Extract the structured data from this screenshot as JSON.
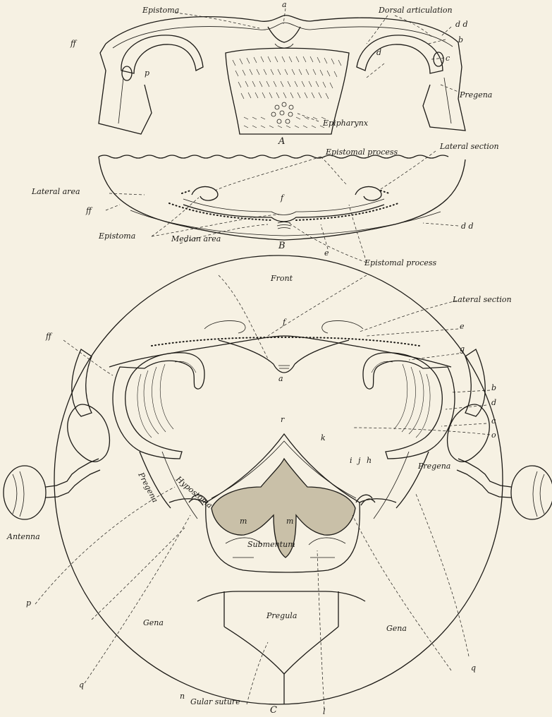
{
  "figure": {
    "part_a": {
      "letter": "A",
      "labels": {
        "epistoma": "Epistoma",
        "dorsal_articulation": "Dorsal articulation",
        "epipharynx": "Epipharynx",
        "pregena": "Pregena",
        "ff": "ff",
        "a": "a",
        "b": "b",
        "c": "c",
        "d": "d",
        "dd": "d d",
        "p": "p"
      }
    },
    "part_b": {
      "letter": "B",
      "labels": {
        "epistomal_process_top": "Epistomal process",
        "lateral_section": "Lateral section",
        "lateral_area": "Lateral area",
        "ff": "ff",
        "epistoma": "Epistoma",
        "median_area": "Median area",
        "epistomal_process_bottom": "Epistomal process",
        "dd": "d d",
        "e": "e",
        "f": "f"
      }
    },
    "part_c": {
      "letter": "C",
      "labels": {
        "front": "Front",
        "lateral_section": "Lateral section",
        "ff": "ff",
        "antenna": "Antenna",
        "pregena_left": "Pregena",
        "hypostoma": "Hypostoma",
        "submentum": "Submentum",
        "pregula": "Pregula",
        "gena_left": "Gena",
        "gena_right": "Gena",
        "gular_suture": "Gular suture",
        "pregena_right": "Pregena",
        "a": "a",
        "b": "b",
        "c": "c",
        "d": "d",
        "e": "e",
        "f": "f",
        "g": "g",
        "h": "h",
        "i": "i",
        "j": "j",
        "k": "k",
        "l": "l",
        "m1": "m",
        "m2": "m",
        "n": "n",
        "o": "o",
        "p": "p",
        "q_left": "q",
        "q_right": "q",
        "r": "r"
      }
    }
  }
}
